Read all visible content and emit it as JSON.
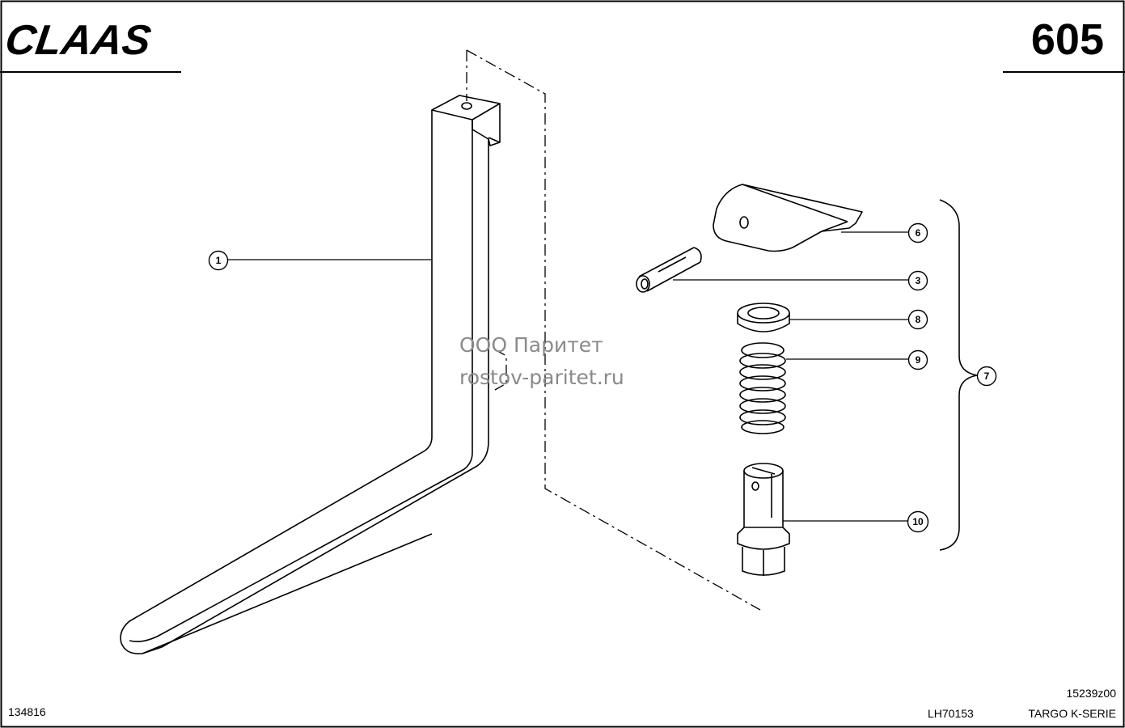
{
  "header": {
    "brand": "CLAAS",
    "page_number": "605"
  },
  "callouts": [
    {
      "label": "1"
    },
    {
      "label": "6"
    },
    {
      "label": "3"
    },
    {
      "label": "8"
    },
    {
      "label": "9"
    },
    {
      "label": "10"
    },
    {
      "label": "7"
    }
  ],
  "watermark": {
    "line1": "ООО Паритет",
    "line2": "rostov-paritet.ru"
  },
  "footer": {
    "left_number": "134816",
    "drawing_code": "15239z00",
    "document_code": "LH70153",
    "model": "TARGO K-SERIE"
  },
  "colors": {
    "line": "#000000",
    "watermark": "#8a8a8a"
  }
}
